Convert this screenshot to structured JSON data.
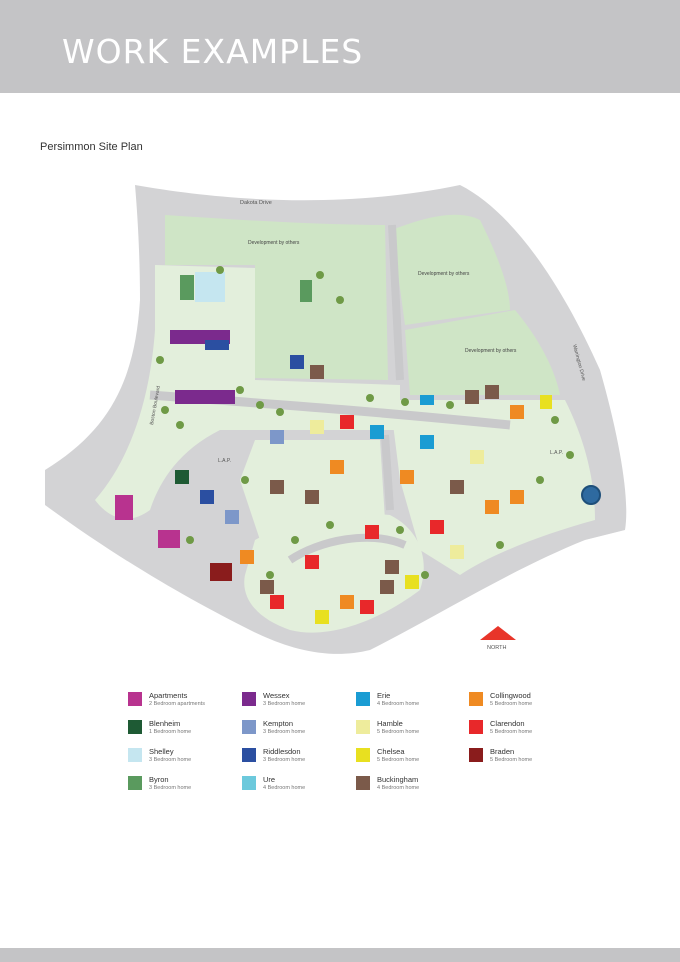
{
  "header": {
    "title": "WORK EXAMPLES"
  },
  "subtitle": "Persimmon Site Plan",
  "map": {
    "labels": {
      "dakota": "Dakota Drive",
      "dev1": "Development by others",
      "dev2": "Development by others",
      "dev3": "Development by others",
      "boston": "Boston Boulevard",
      "warrington": "Warrington Drive",
      "lap1": "L.A.P.",
      "lap2": "L.A.P.",
      "north": "NORTH"
    },
    "colors": {
      "road": "#c9c9cb",
      "open_space": "#cfe5c6",
      "plot": "#e3efdc",
      "tree": "#6f9a46",
      "north": "#e8352a"
    }
  },
  "legend": [
    {
      "name": "Apartments",
      "desc": "2 Bedroom apartments",
      "color": "#b8338f"
    },
    {
      "name": "Blenheim",
      "desc": "1 Bedroom home",
      "color": "#1e5a34"
    },
    {
      "name": "Shelley",
      "desc": "3 Bedroom home",
      "color": "#c5e6f0"
    },
    {
      "name": "Byron",
      "desc": "3 Bedroom home",
      "color": "#5a9a5e"
    },
    {
      "name": "Wessex",
      "desc": "3 Bedroom home",
      "color": "#7b2a8d"
    },
    {
      "name": "Kempton",
      "desc": "3 Bedroom home",
      "color": "#7d97c9"
    },
    {
      "name": "Riddlesdon",
      "desc": "3 Bedroom home",
      "color": "#2b4fa1"
    },
    {
      "name": "Ure",
      "desc": "4 Bedroom home",
      "color": "#6cc9dc"
    },
    {
      "name": "Erie",
      "desc": "4 Bedroom home",
      "color": "#1a9cd3"
    },
    {
      "name": "Hamble",
      "desc": "5 Bedroom home",
      "color": "#eeec9c"
    },
    {
      "name": "Chelsea",
      "desc": "5 Bedroom home",
      "color": "#e8e020"
    },
    {
      "name": "Buckingham",
      "desc": "4 Bedroom home",
      "color": "#7b5a4a"
    },
    {
      "name": "Collingwood",
      "desc": "5 Bedroom home",
      "color": "#ef8a22"
    },
    {
      "name": "Clarendon",
      "desc": "5 Bedroom home",
      "color": "#e8282a"
    },
    {
      "name": "Braden",
      "desc": "5 Bedroom home",
      "color": "#8a1c1c"
    }
  ]
}
